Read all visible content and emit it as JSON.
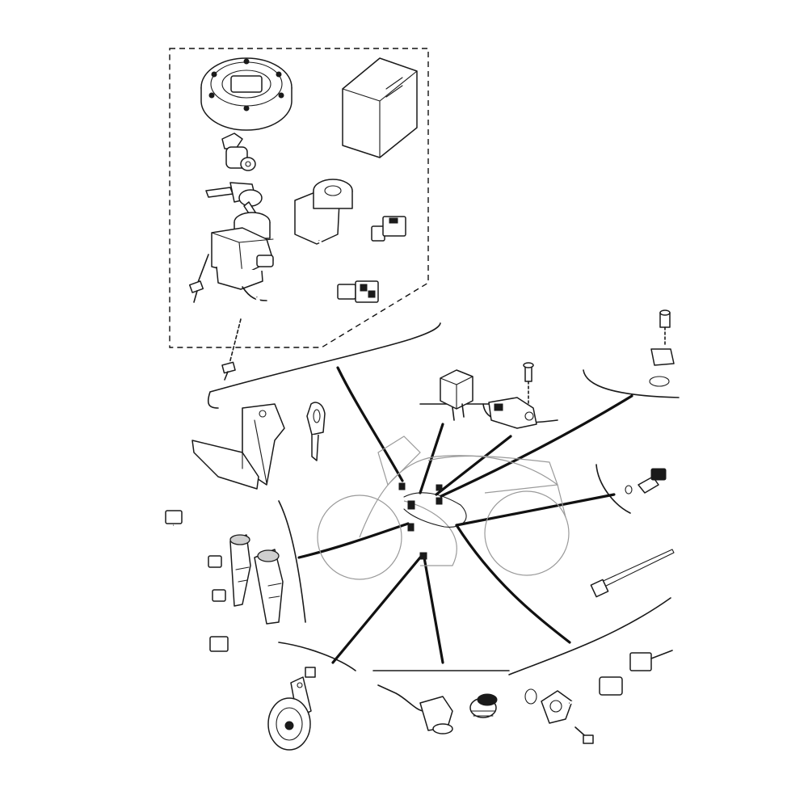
{
  "diagram": {
    "colors": {
      "line": "#1a1a1a",
      "ghost": "#9a9a9a",
      "background": "#ffffff"
    },
    "parts": [
      {
        "id": "fuel-tank-cap",
        "icon": "fuel-cap-icon"
      },
      {
        "id": "ecu-unit",
        "icon": "ecu-box-icon"
      },
      {
        "id": "seat-lock",
        "icon": "lock-cylinder-icon"
      },
      {
        "id": "main-switch",
        "icon": "ignition-switch-icon"
      },
      {
        "id": "steering-lock",
        "icon": "lock-cylinder-icon"
      },
      {
        "id": "key",
        "icon": "key-icon"
      },
      {
        "id": "bracket",
        "icon": "bracket-icon"
      },
      {
        "id": "relay",
        "icon": "relay-icon"
      },
      {
        "id": "sensor-bracket",
        "icon": "sensor-icon"
      },
      {
        "id": "bolt-with-oring",
        "icon": "bolt-icon"
      },
      {
        "id": "temperature-sensor",
        "icon": "sensor-icon"
      },
      {
        "id": "cable-tie",
        "icon": "cable-tie-icon"
      },
      {
        "id": "speed-sensor",
        "icon": "sensor-icon"
      },
      {
        "id": "neutral-switch",
        "icon": "switch-icon"
      },
      {
        "id": "horn",
        "icon": "horn-icon"
      },
      {
        "id": "ignition-coils",
        "icon": "coil-icon"
      }
    ]
  }
}
